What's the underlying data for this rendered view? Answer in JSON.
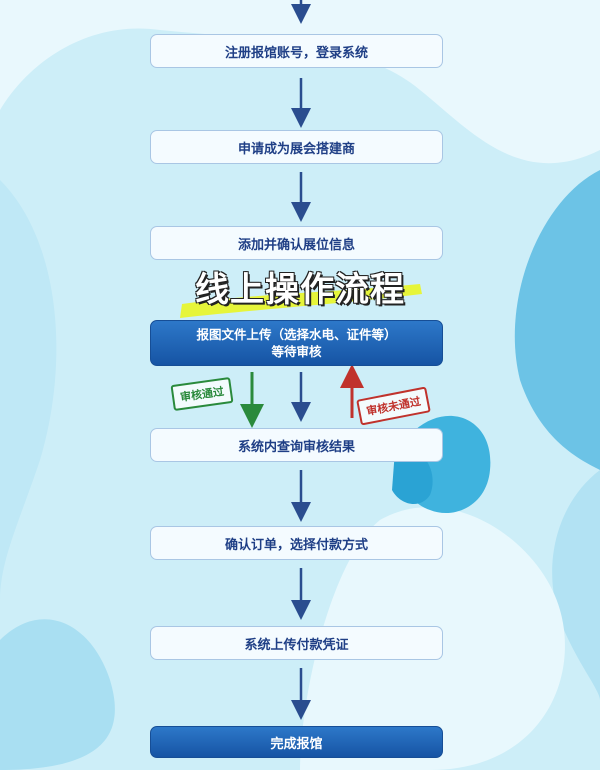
{
  "title": "线上操作流程",
  "steps": [
    "注册报馆账号，登录系统",
    "申请成为展会搭建商",
    "添加并确认展位信息",
    "报图文件上传（选择水电、证件等）",
    "等待审核",
    "系统内查询审核结果",
    "确认订单，选择付款方式",
    "系统上传付款凭证",
    "完成报馆"
  ],
  "stamps": {
    "pass": "审核通过",
    "fail": "审核未通过"
  },
  "colors": {
    "box_border": "#a9c6e4",
    "box_text": "#1f3f86",
    "dark_box": "#1c62b4",
    "arrow": "#2a4d8f",
    "pass": "#2a8a3c",
    "fail": "#c0322c",
    "highlight": "#e6f53a"
  }
}
